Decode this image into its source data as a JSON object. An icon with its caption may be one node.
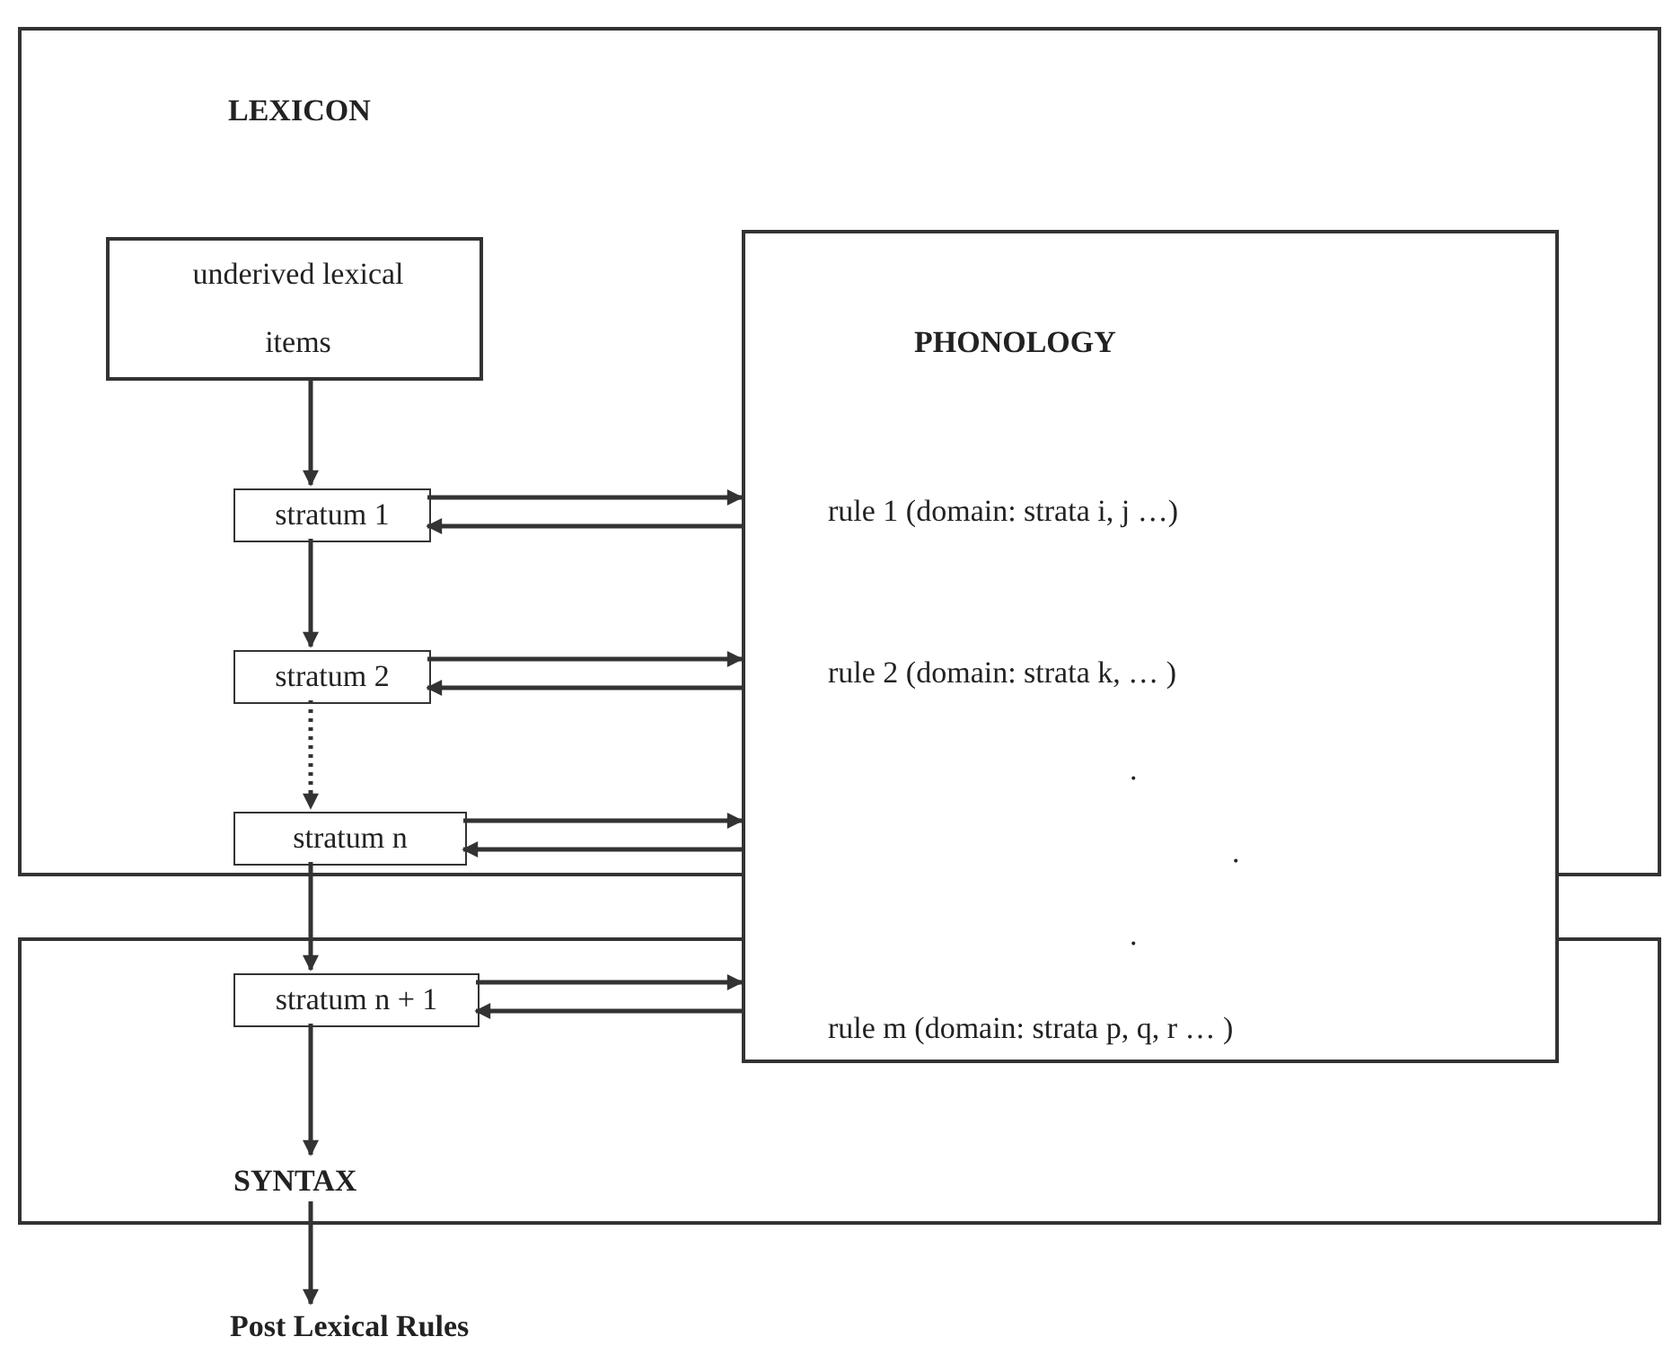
{
  "diagram": {
    "nodes": [
      {
        "text": [
          "LEXICON"
        ]
      },
      {
        "text": [
          "underived lexical items"
        ],
        "in": 0
      },
      {
        "text": [
          "stratum 1"
        ],
        "in": 0
      },
      {
        "text": [
          "stratum 2"
        ],
        "in": 0
      },
      {
        "text": [
          "stratum n"
        ],
        "in": 0
      },
      {
        "text": [
          "PHONOLOGY",
          "rule 1 (domain: strata i, j …)",
          "rule 2 (domain: strata k, … )",
          "rule m (domain: strata p, q, r … )"
        ]
      },
      {
        "text": [],
        "shape": "box"
      },
      {
        "text": [
          "stratum n + 1"
        ],
        "in": 6
      },
      {
        "text": [
          "SYNTAX"
        ],
        "in": 6
      },
      {
        "text": [
          "Post Lexical Rules"
        ]
      }
    ],
    "edges": [
      {
        "from": 1,
        "to": 2,
        "arrow": "to"
      },
      {
        "from": 2,
        "to": 3,
        "arrow": "to"
      },
      {
        "from": 3,
        "to": 4,
        "arrow": "to",
        "style": "dashed"
      },
      {
        "from": 4,
        "to": 7,
        "arrow": "to"
      },
      {
        "from": 2,
        "to": 5,
        "arrow": "to"
      },
      {
        "from": 5,
        "to": 2,
        "arrow": "to"
      },
      {
        "from": 3,
        "to": 5,
        "arrow": "to"
      },
      {
        "from": 5,
        "to": 3,
        "arrow": "to"
      },
      {
        "from": 4,
        "to": 5,
        "arrow": "to"
      },
      {
        "from": 5,
        "to": 4,
        "arrow": "to"
      },
      {
        "from": 7,
        "to": 5,
        "arrow": "to"
      },
      {
        "from": 5,
        "to": 7,
        "arrow": "to"
      },
      {
        "from": 7,
        "to": 8,
        "arrow": "to"
      },
      {
        "from": 8,
        "to": 9,
        "arrow": "to"
      }
    ],
    "labels": [
      ".",
      ".",
      "."
    ]
  }
}
